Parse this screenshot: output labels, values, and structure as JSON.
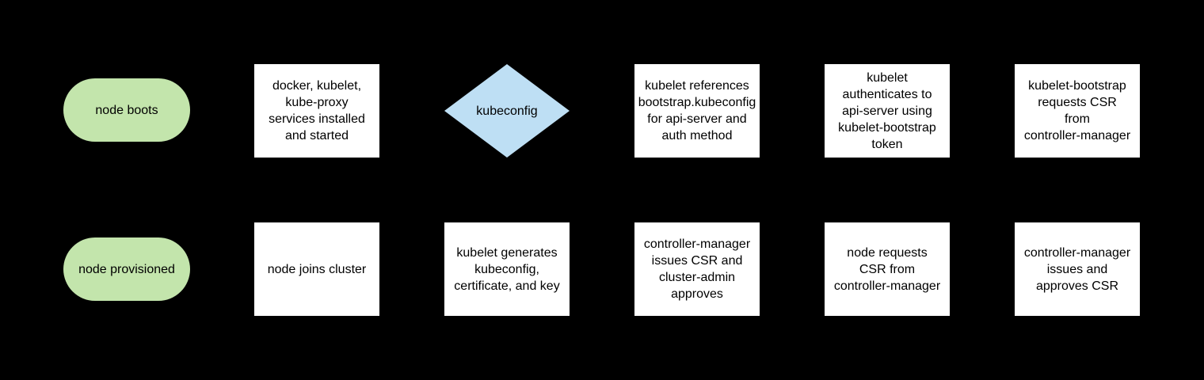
{
  "canvas": {
    "background": "#000000"
  },
  "colors": {
    "terminator_fill": "#c3e5ac",
    "decision_fill": "#bedff4",
    "process_fill": "#ffffff",
    "text": "#000000"
  },
  "row1": {
    "terminator": "node boots",
    "services_installed": "docker, kubelet,\nkube-proxy\nservices installed\nand started",
    "decision": "kubeconfig",
    "kubelet_references": "kubelet references\nbootstrap.kubeconfig\nfor api-server and\nauth method",
    "kubelet_authenticates": "kubelet\nauthenticates to\napi-server using\nkubelet-bootstrap\ntoken",
    "bootstrap_requests_csr": "kubelet-bootstrap\nrequests CSR\nfrom\ncontroller-manager"
  },
  "row2": {
    "terminator": "node provisioned",
    "node_joins_cluster": "node joins cluster",
    "kubelet_generates": "kubelet generates\nkubeconfig,\ncertificate, and key",
    "cm_issues_csr_admin_approves": "controller-manager\nissues CSR and\ncluster-admin\napproves",
    "node_requests_csr": "node requests\nCSR from\ncontroller-manager",
    "cm_issues_and_approves": "controller-manager\nissues and\napproves CSR"
  }
}
